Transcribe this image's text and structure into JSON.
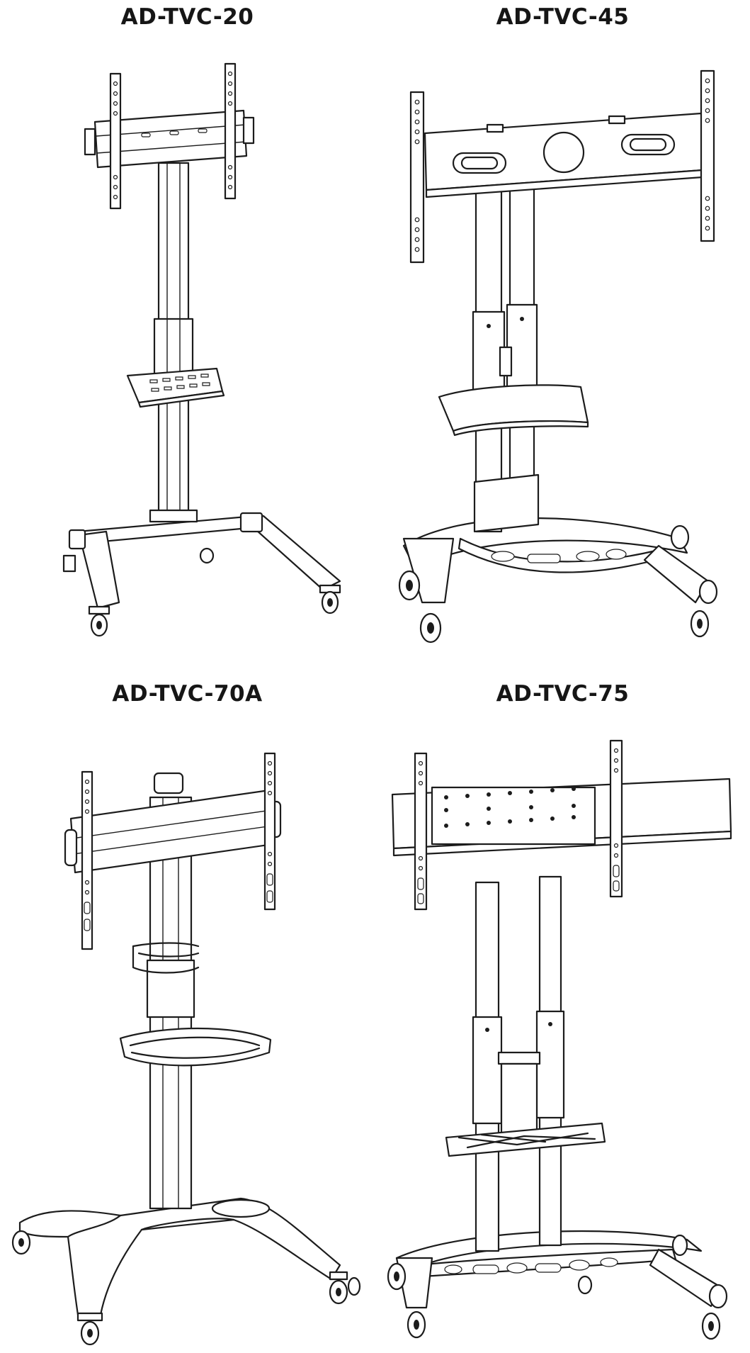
{
  "products": [
    {
      "model": "AD-TVC-20"
    },
    {
      "model": "AD-TVC-45"
    },
    {
      "model": "AD-TVC-70A"
    },
    {
      "model": "AD-TVC-75"
    }
  ],
  "colors": {
    "line": "#1c1c1c",
    "background": "#ffffff"
  }
}
